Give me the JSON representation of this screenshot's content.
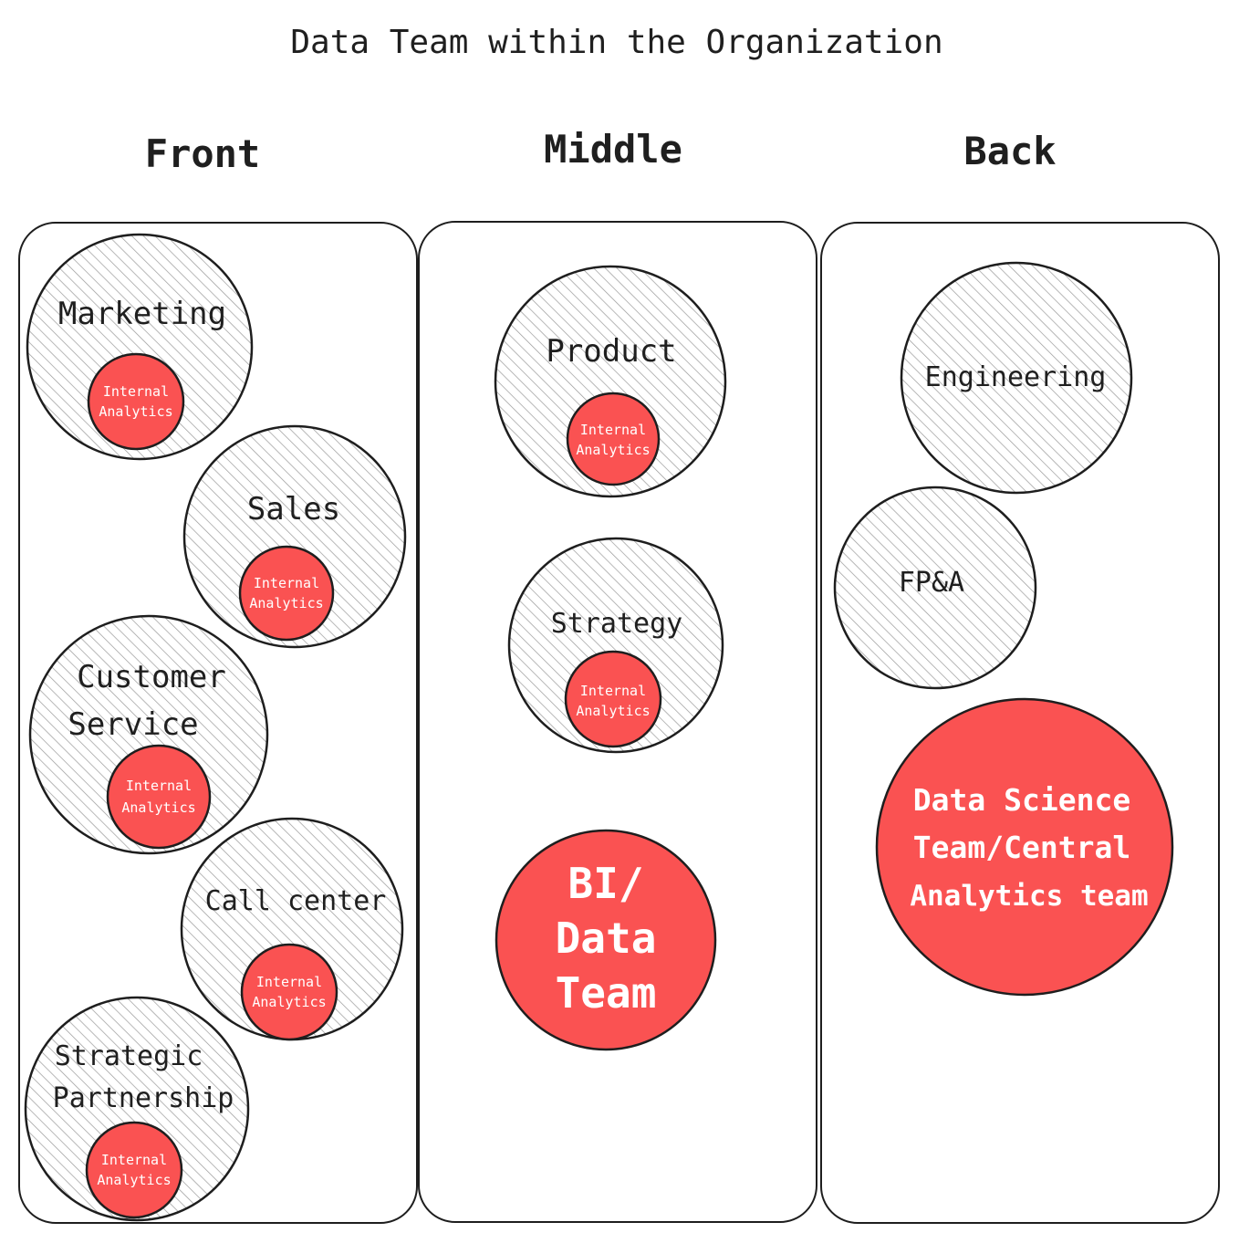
{
  "title": "Data Team within the Organization",
  "colors": {
    "accent_red": "#fa5252",
    "stroke": "#1e1e1e",
    "hatch": "#9a9a9a"
  },
  "columns": [
    {
      "label": "Front",
      "departments": [
        {
          "lines": [
            "Marketing"
          ],
          "badge": [
            "Internal",
            "Analytics"
          ]
        },
        {
          "lines": [
            "Sales"
          ],
          "badge": [
            "Internal",
            "Analytics"
          ]
        },
        {
          "lines": [
            "Customer",
            "Service"
          ],
          "badge": [
            "Internal",
            "Analytics"
          ]
        },
        {
          "lines": [
            "Call center"
          ],
          "badge": [
            "Internal",
            "Analytics"
          ]
        },
        {
          "lines": [
            "Strategic",
            "Partnership"
          ],
          "badge": [
            "Internal",
            "Analytics"
          ]
        }
      ]
    },
    {
      "label": "Middle",
      "departments": [
        {
          "lines": [
            "Product"
          ],
          "badge": [
            "Internal",
            "Analytics"
          ]
        },
        {
          "lines": [
            "Strategy"
          ],
          "badge": [
            "Internal",
            "Analytics"
          ]
        }
      ],
      "central_team": {
        "lines": [
          "BI/",
          "Data",
          "Team"
        ]
      }
    },
    {
      "label": "Back",
      "departments": [
        {
          "lines": [
            "Engineering"
          ]
        },
        {
          "lines": [
            "FP&A"
          ]
        }
      ],
      "central_team": {
        "lines": [
          "Data Science",
          "Team/Central",
          "Analytics team"
        ]
      }
    }
  ]
}
